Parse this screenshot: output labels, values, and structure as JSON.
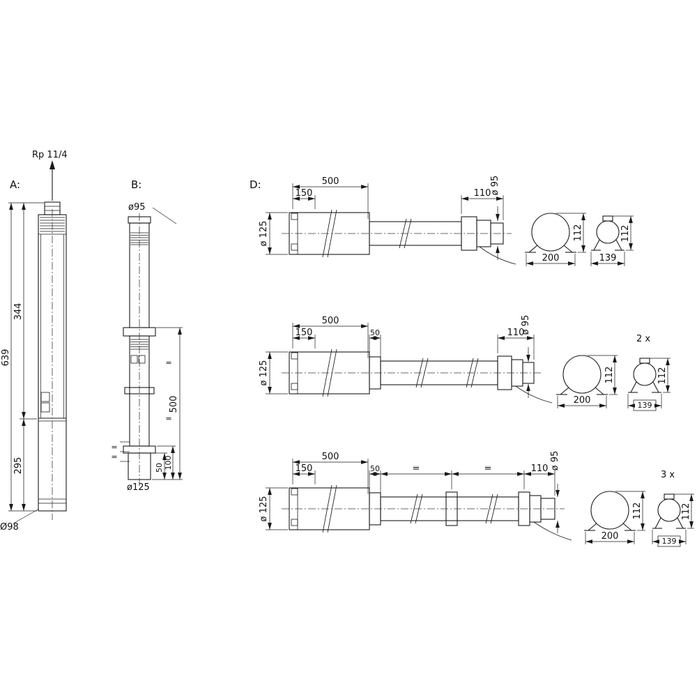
{
  "view_a": {
    "label": "A:",
    "thread": "Rp 11/4",
    "len_total": "639",
    "len_pump": "344",
    "len_motor": "295",
    "dia_body": "Ø98"
  },
  "view_b": {
    "label": "B:",
    "dia_top": "ø95",
    "len_total": "500",
    "len_lower": "100",
    "len_clamp": "50",
    "dia_bottom": "ø125",
    "eq": "="
  },
  "view_d": {
    "label": "D:",
    "rows": [
      {
        "len_pump": "500",
        "len_inlet": "150",
        "len_end": "110",
        "dia_end": "ø 95",
        "dia_pump": "ø 125",
        "clamp_width": "200",
        "clamp_height": "112",
        "bracket_width": "139",
        "bracket_height": "112"
      },
      {
        "len_pump": "500",
        "len_inlet": "150",
        "len_coupling": "50",
        "len_end": "110",
        "dia_end": "ø 95",
        "dia_pump": "ø 125",
        "clamp_width": "200",
        "clamp_height": "112",
        "bracket_width": "139",
        "bracket_height": "112",
        "bracket_qty": "2 x"
      },
      {
        "len_pump": "500",
        "len_inlet": "150",
        "len_coupling": "50",
        "eq1": "=",
        "eq2": "=",
        "len_end": "110",
        "dia_end": "ø 95",
        "dia_pump": "ø 125",
        "clamp_width": "200",
        "clamp_height": "112",
        "bracket_width": "139",
        "bracket_height": "112",
        "bracket_qty": "3 x"
      }
    ]
  }
}
